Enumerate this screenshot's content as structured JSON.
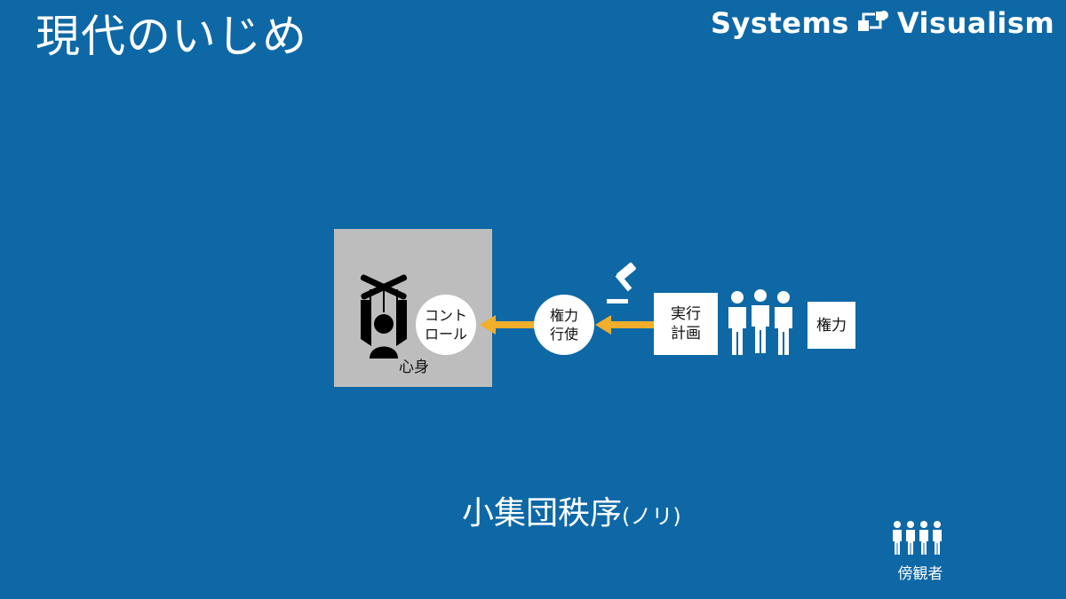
{
  "slide": {
    "title": "現代のいじめ",
    "brand": {
      "text_left": "Systems",
      "text_right": "Visualism",
      "logo_icon": "system-blocks-icon"
    },
    "subtitle": {
      "main": "小集団秩序",
      "paren": "(ノリ)"
    }
  },
  "diagram": {
    "body_label": "心身",
    "control": {
      "line1": "コント",
      "line2": "ロール"
    },
    "power_exercise": {
      "line1": "権力",
      "line2": "行使"
    },
    "plan": {
      "line1": "実行",
      "line2": "計画"
    },
    "power": "権力",
    "bystander_label": "傍観者",
    "colors": {
      "background": "#0e68a6",
      "arrow": "#f0ae2a",
      "box": "#bdbdbd"
    },
    "icons": [
      "puppet-icon",
      "gavel-icon",
      "group-icon",
      "bystanders-icon"
    ]
  }
}
